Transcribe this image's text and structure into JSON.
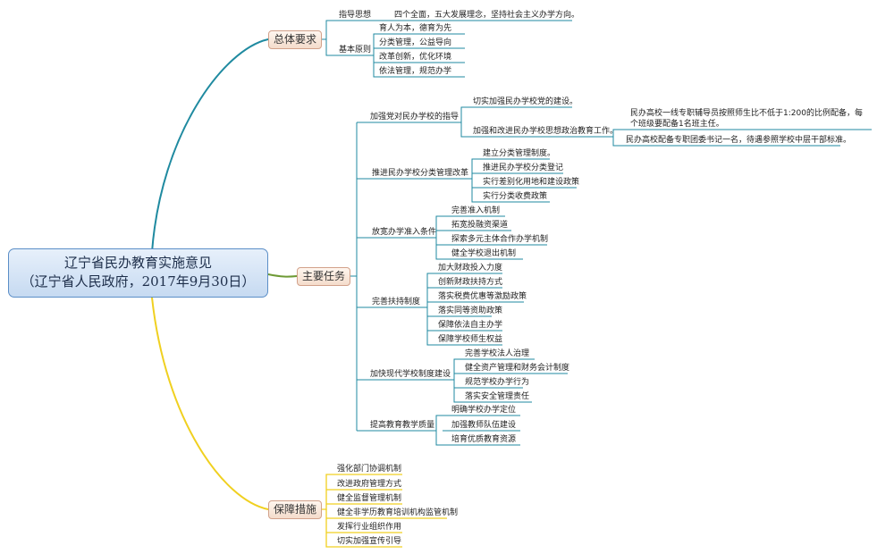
{
  "root": {
    "line1": "辽宁省民办教育实施意见",
    "line2": "（辽宁省人民政府，2017年9月30日）"
  },
  "colors": {
    "teal": "#1f8aa0",
    "gold": "#f0d020",
    "olive": "#6e9a35",
    "main_border": "#d2a18a",
    "root_border": "#5b8ec7"
  },
  "branches": {
    "zongti": {
      "label": "总体要求",
      "zhidao": {
        "label": "指导思想",
        "item": "四个全面，五大发展理念，坚持社会主义办学方向。"
      },
      "jiben": {
        "label": "基本原则",
        "items": [
          "育人为本，德育为先",
          "分类管理，公益导向",
          "改革创新，优化环境",
          "依法管理，规范办学"
        ]
      }
    },
    "zhuyao": {
      "label": "主要任务",
      "dang": {
        "label": "加强党对民办学校的指导",
        "item1": "切实加强民办学校党的建设。",
        "item2": "加强和改进民办学校思想政治教育工作。",
        "sub1": "民办高校一线专职辅导员按照师生比不低于1:200的比例配备，每个班级要配备1名班主任。",
        "sub2": "民办高校配备专职团委书记一名，待遇参照学校中层干部标准。"
      },
      "fenlei": {
        "label": "推进民办学校分类管理改革",
        "items": [
          "建立分类管理制度。",
          "推进民办学校分类登记",
          "实行差别化用地和建设政策",
          "实行分类收费政策"
        ]
      },
      "zhunru": {
        "label": "放宽办学准入条件",
        "items": [
          "完善准入机制",
          "拓宽投融资渠道",
          "探索多元主体合作办学机制",
          "健全学校退出机制"
        ]
      },
      "fuchi": {
        "label": "完善扶持制度",
        "items": [
          "加大财政投入力度",
          "创新财政扶持方式",
          "落实税费优惠等激励政策",
          "落实同等资助政策",
          "保障依法自主办学",
          "保障学校师生权益"
        ]
      },
      "xiandai": {
        "label": "加快现代学校制度建设",
        "items": [
          "完善学校法人治理",
          "健全资产管理和财务会计制度",
          "规范学校办学行为",
          "落实安全管理责任"
        ]
      },
      "zhiliang": {
        "label": "提高教育教学质量",
        "items": [
          "明确学校办学定位",
          "加强教师队伍建设",
          "培育优质教育资源"
        ]
      }
    },
    "baozhang": {
      "label": "保障措施",
      "items": [
        "强化部门协调机制",
        "改进政府管理方式",
        "健全监督管理机制",
        "健全非学历教育培训机构监管机制",
        "发挥行业组织作用",
        "切实加强宣传引导"
      ]
    }
  }
}
